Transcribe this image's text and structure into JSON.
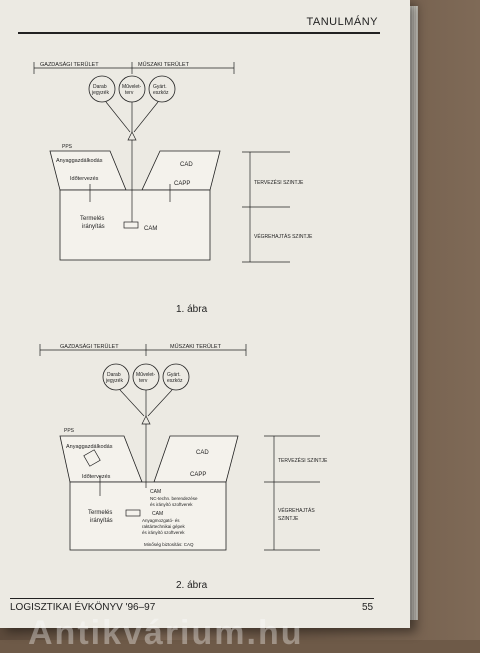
{
  "header": {
    "title": "TANULMÁNY"
  },
  "figure1": {
    "caption": "1. ábra",
    "top_labels": {
      "left": "GAZDASÁGI TERÜLET",
      "right": "MŰSZAKI TERÜLET"
    },
    "circles": {
      "c1": "Darab",
      "c1b": "jegyzék",
      "c2": "Művelet-",
      "c2b": "terv",
      "c3": "Gyárt.",
      "c3b": "eszköz"
    },
    "boxes": {
      "pps": "PPS",
      "anyag": "Anyaggazdálkodás",
      "ido": "Időtervezés",
      "termeles1": "Termelés",
      "termeles2": "irányítás",
      "cad": "CAD",
      "capp": "CAPP",
      "cam": "CAM"
    },
    "levels": {
      "tervezes": "TERVEZÉSI SZINTJE",
      "vegrehajtas": "VÉGREHAJTÁS SZINTJE"
    }
  },
  "figure2": {
    "caption": "2. ábra",
    "top_labels": {
      "left": "GAZDASÁGI TERÜLET",
      "right": "MŰSZAKI TERÜLET"
    },
    "circles": {
      "c1": "Darab",
      "c1b": "jegyzék",
      "c2": "Művelet-",
      "c2b": "terv",
      "c3": "Gyárt.",
      "c3b": "eszköz"
    },
    "boxes": {
      "pps": "PPS",
      "anyag": "Anyaggazdálkodás",
      "ido": "Időtervezés",
      "termeles1": "Termelés",
      "termeles2": "irányítás",
      "cad": "CAD",
      "capp": "CAPP",
      "cam": "CAM",
      "cam_nc1": "NC-techn. berendezése",
      "cam_nc2": "és irányító szoftverek",
      "cam2": "CAM",
      "cam_anyag1": "Anyagmozgató- és",
      "cam_anyag2": "raktártechnikai gépek",
      "cam_anyag3": "és irányító szoftverek",
      "mentes": "Minőség biztosítás: CAQ"
    },
    "levels": {
      "tervezes": "TERVEZÉSI SZINTJE",
      "vegrehajtas1": "VÉGREHAJTÁS",
      "vegrehajtas2": "SZINTJE"
    }
  },
  "footer": {
    "left": "LOGISZTIKAI ÉVKÖNYV '96–97",
    "page": "55"
  },
  "watermark": "Antikvárium.hu"
}
